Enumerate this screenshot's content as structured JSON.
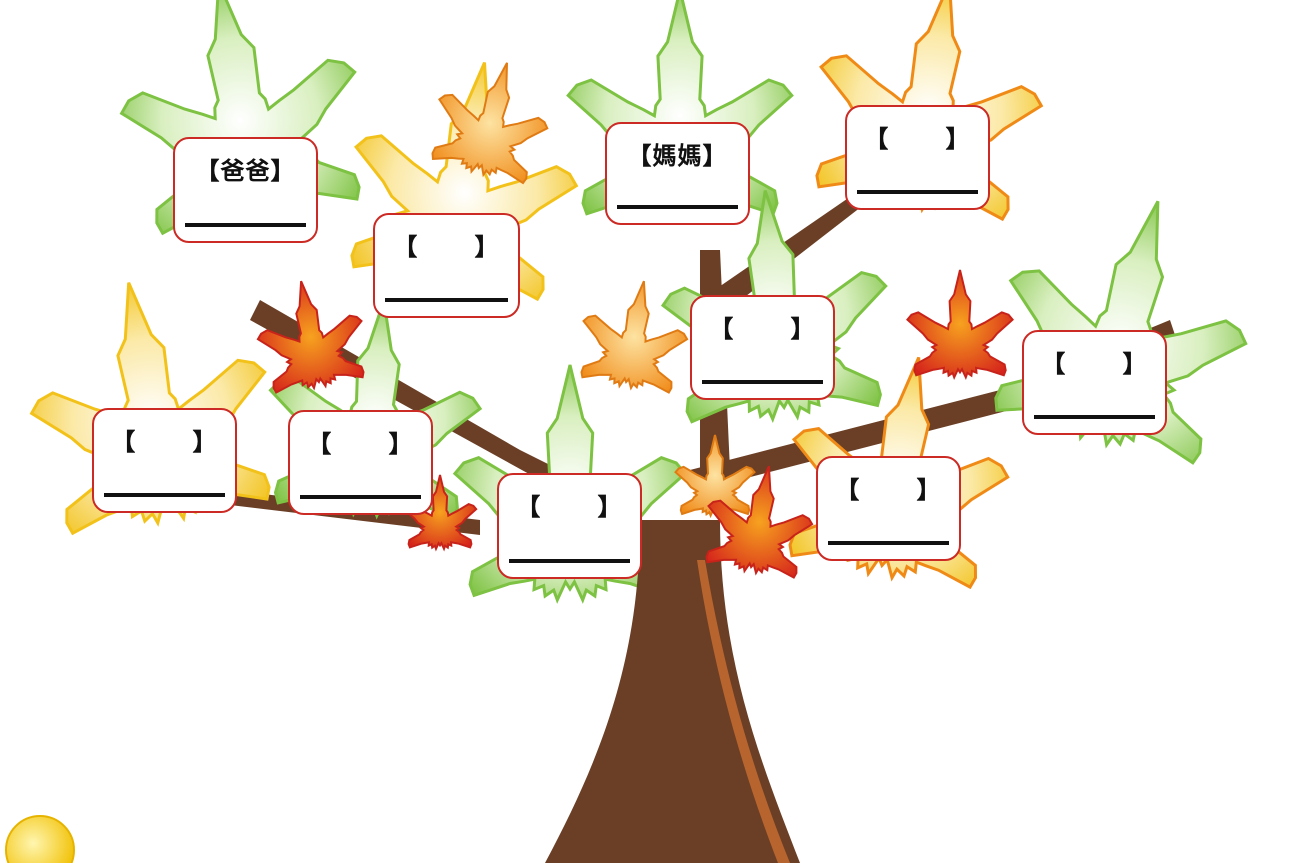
{
  "colors": {
    "trunk": "#6b3f26",
    "trunk_highlight": "#b8642e",
    "leaf_green": "#7dc242",
    "leaf_yellow": "#f2c21b",
    "leaf_orange": "#f29a1d",
    "leaf_red": "#e0321c",
    "card_border": "#cc2a24",
    "sun": "#f7d21a"
  },
  "cards": [
    {
      "id": "dad",
      "label": "【爸爸】"
    },
    {
      "id": "mom",
      "label": "【媽媽】"
    },
    {
      "id": "top-right",
      "label": "【      】"
    },
    {
      "id": "upper-left-center",
      "label": "【      】"
    },
    {
      "id": "center",
      "label": "【      】"
    },
    {
      "id": "right",
      "label": "【      】"
    },
    {
      "id": "left",
      "label": "【      】"
    },
    {
      "id": "left-center",
      "label": "【      】"
    },
    {
      "id": "bottom-center",
      "label": "【      】"
    },
    {
      "id": "bottom-right",
      "label": "【      】"
    }
  ]
}
